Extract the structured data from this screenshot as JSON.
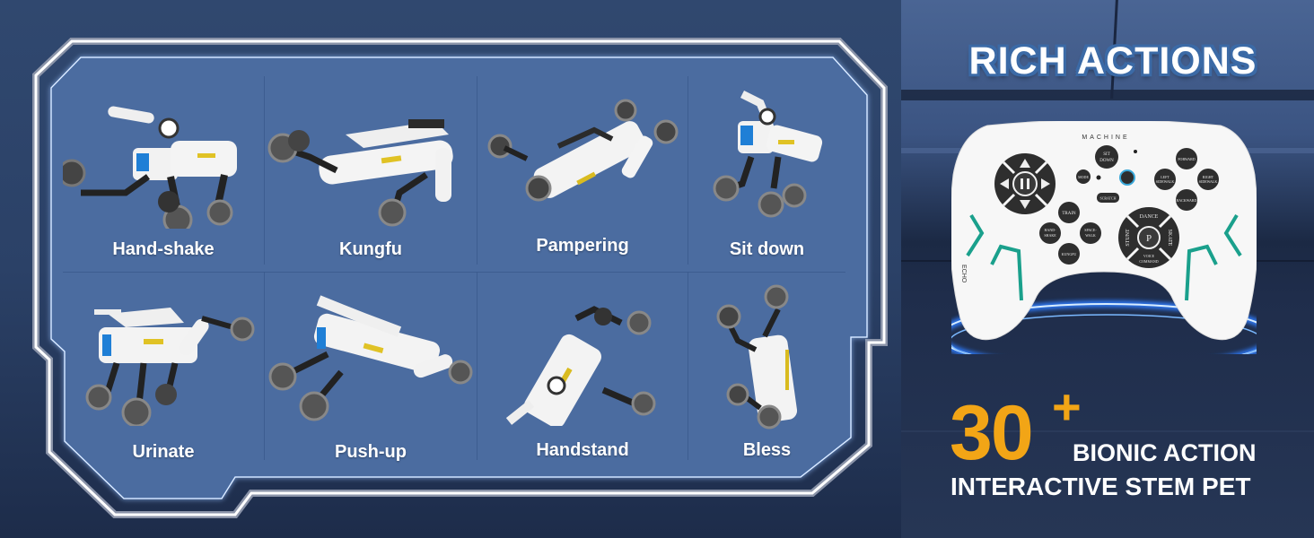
{
  "left_panel": {
    "actions": [
      {
        "label": "Hand-shake",
        "pose": "handshake"
      },
      {
        "label": "Kungfu",
        "pose": "kungfu"
      },
      {
        "label": "Pampering",
        "pose": "pampering"
      },
      {
        "label": "Sit down",
        "pose": "sitdown"
      },
      {
        "label": "Urinate",
        "pose": "urinate"
      },
      {
        "label": "Push-up",
        "pose": "pushup"
      },
      {
        "label": "Handstand",
        "pose": "handstand"
      },
      {
        "label": "Bless",
        "pose": "bless"
      }
    ]
  },
  "right_panel": {
    "title": "RICH ACTIONS",
    "controller": {
      "brand": "MACHINE",
      "buttons": {
        "up": "▲",
        "down": "▼",
        "left": "◀",
        "right": "▶",
        "center": "II",
        "sit_down": [
          "SIT",
          "DOWN"
        ],
        "mode": "MODE",
        "scratch": "SCRATCH",
        "forward": "FORWARD",
        "left_sidewalk": [
          "LEFT",
          "SIDEWALK"
        ],
        "right_sidewalk": [
          "RIGHT",
          "SIDEWALK"
        ],
        "backward": "BACKWARD",
        "train": "TRAIN",
        "hand_shake": [
          "HAND-",
          "SHAKE"
        ],
        "space_walk": [
          "SPACE-",
          "WALK"
        ],
        "kungfu": "KUNGFU",
        "dance": "DANCE",
        "stunt": "STUNT",
        "skate": "SKATE",
        "p": "P",
        "voice_command": [
          "VOICE",
          "COMMAND"
        ]
      },
      "side_label": "ECHO"
    },
    "count": "30",
    "count_suffix": "+",
    "line1": "BIONIC ACTION",
    "line2": "INTERACTIVE STEM PET"
  },
  "colors": {
    "panel_fill": "#4b6ca0",
    "accent_orange": "#f2a516",
    "glow_blue": "#3f8cff",
    "teal": "#1aa08c"
  }
}
